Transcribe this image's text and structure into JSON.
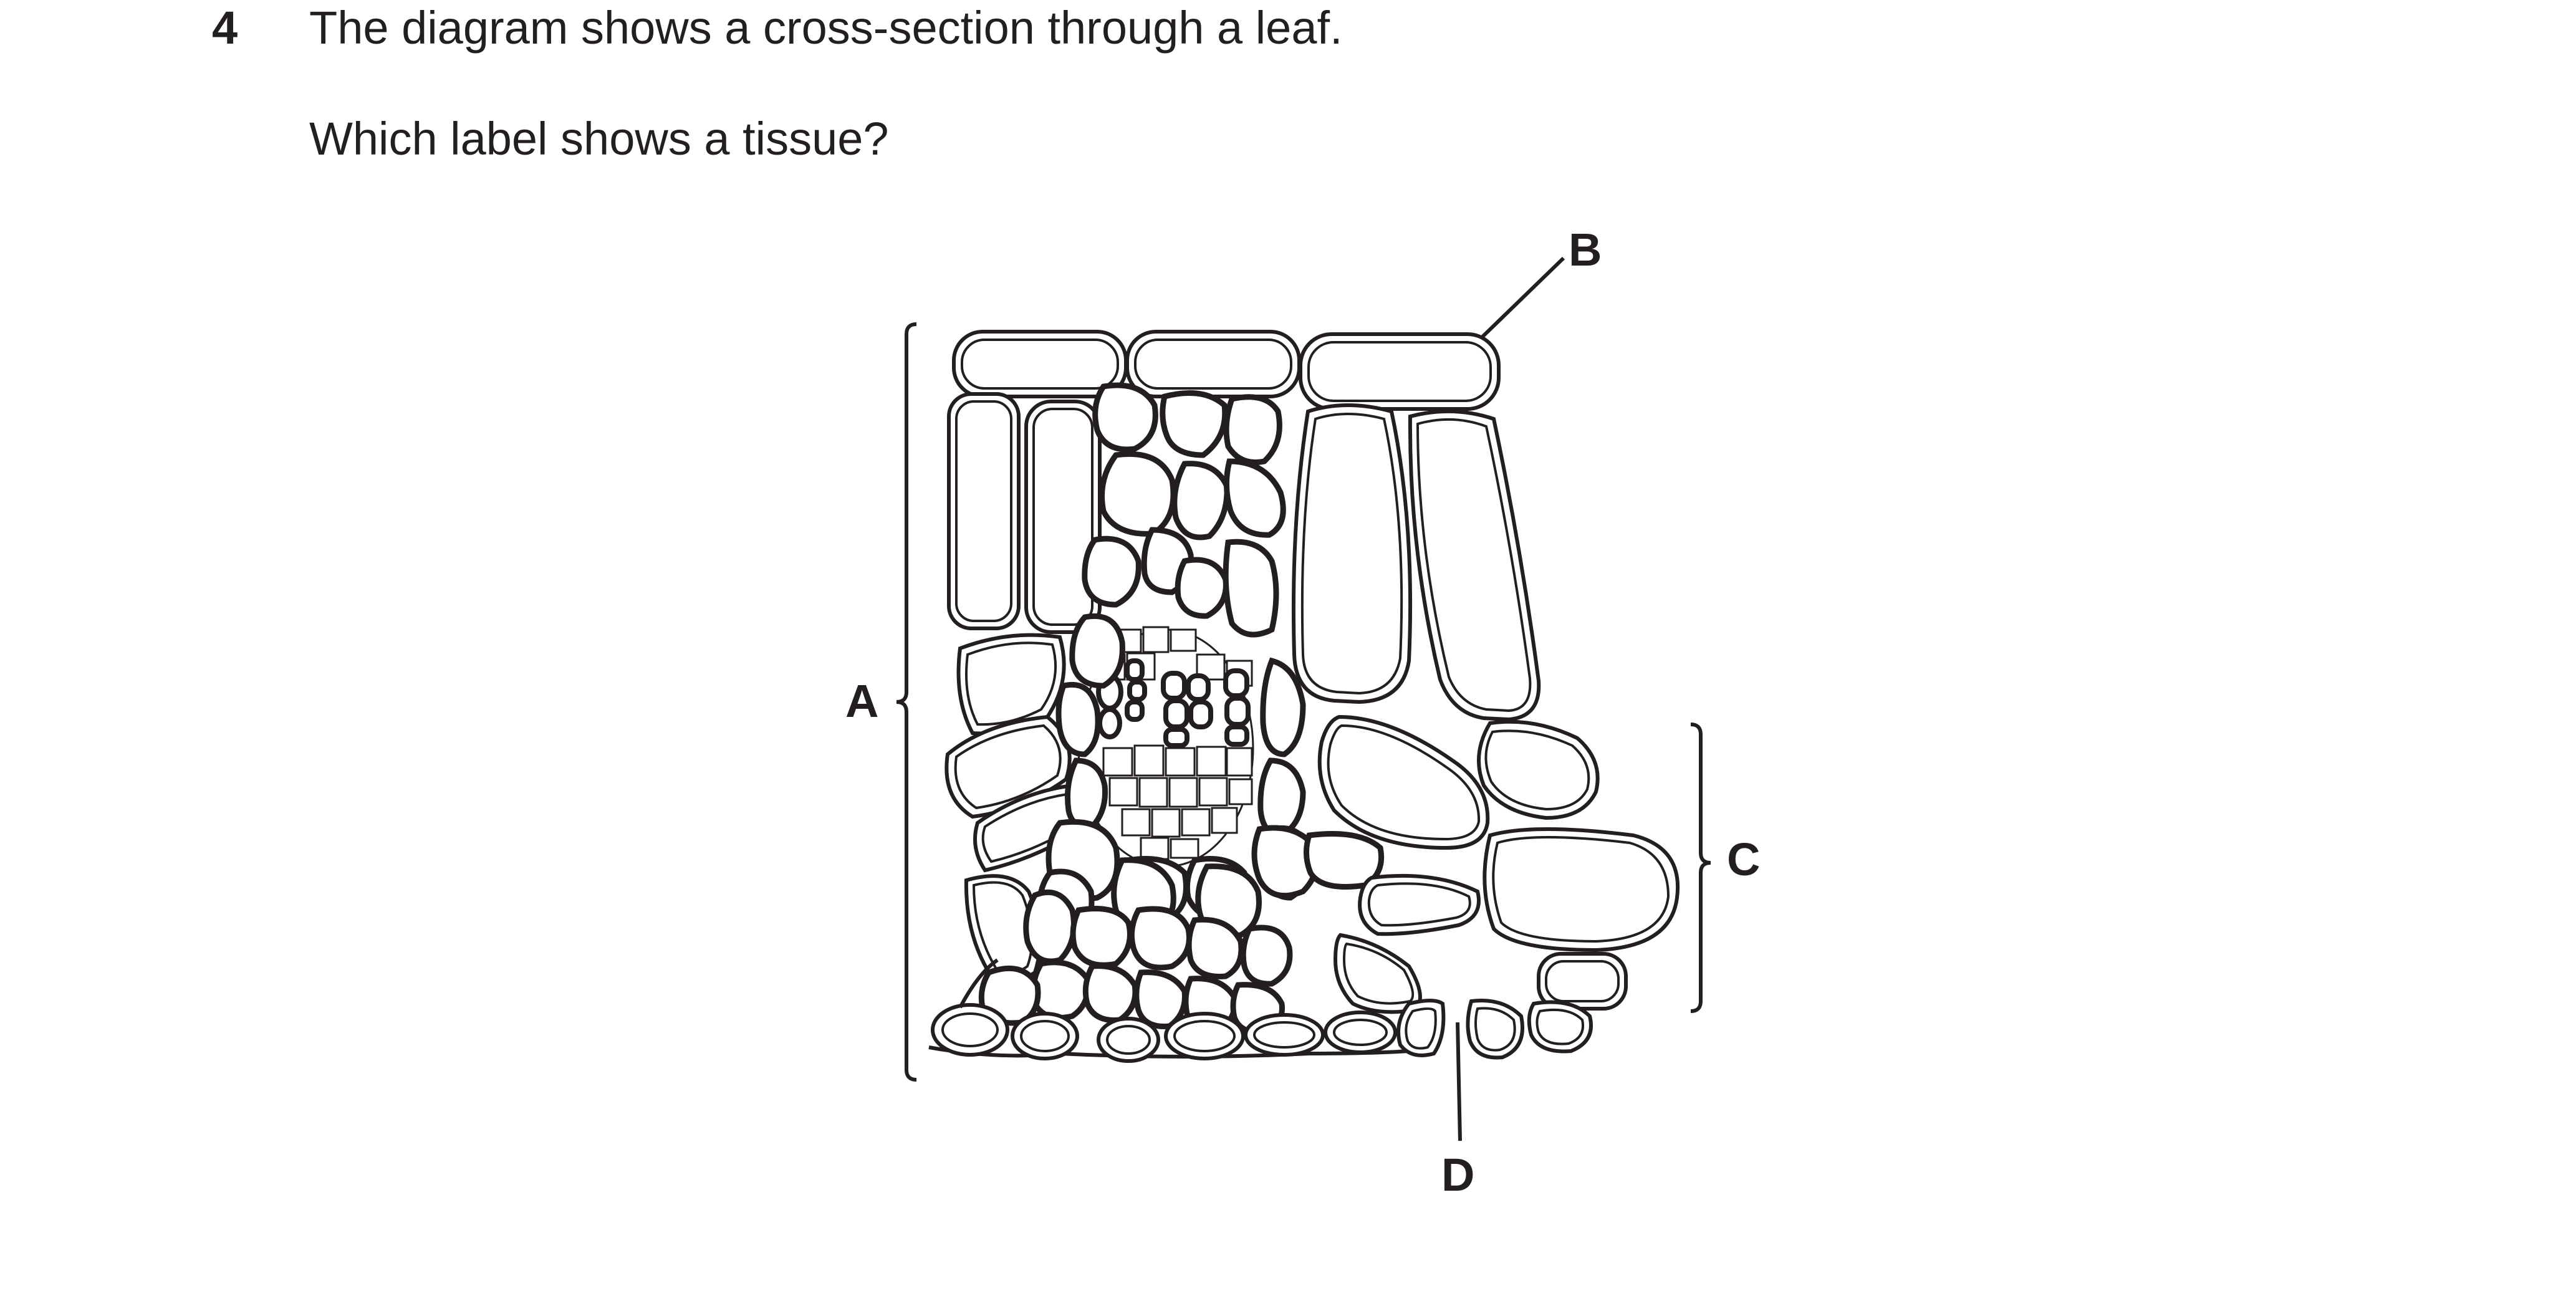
{
  "question": {
    "number": "4",
    "stem": "The diagram shows a cross-section through a leaf.",
    "prompt": "Which label shows a tissue?"
  },
  "diagram": {
    "labels": {
      "a": "A",
      "b": "B",
      "c": "C",
      "d": "D"
    }
  }
}
